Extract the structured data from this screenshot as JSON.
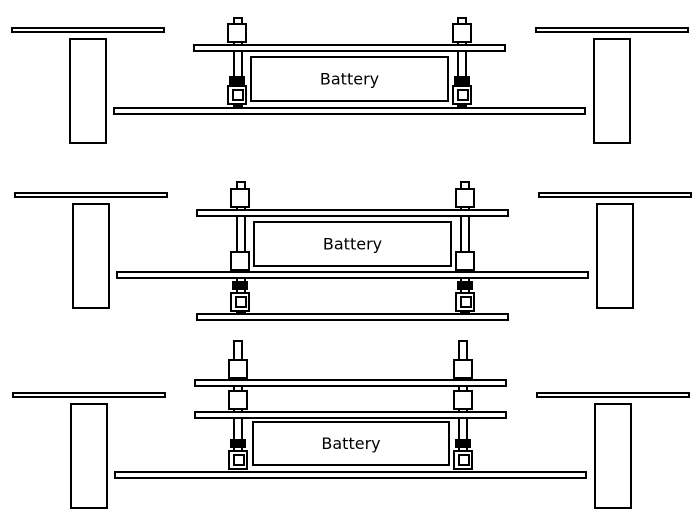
{
  "diagrams": [
    {
      "battery_label": "Battery"
    },
    {
      "battery_label": "Battery"
    },
    {
      "battery_label": "Battery"
    }
  ],
  "colors": {
    "line": "#000000",
    "fill": "#ffffff",
    "nut": "#000000"
  }
}
